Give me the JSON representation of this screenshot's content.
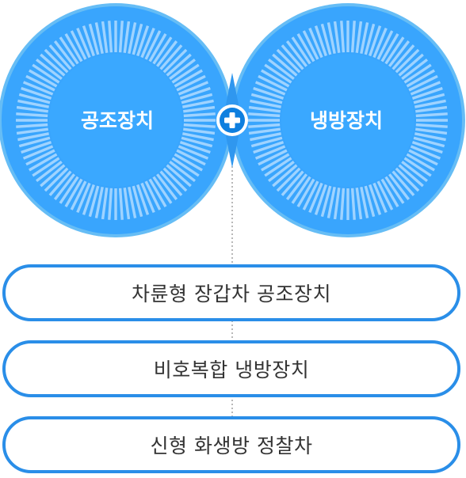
{
  "left_circle": {
    "label": "공조장치"
  },
  "right_circle": {
    "label": "냉방장치"
  },
  "plus_icon": {
    "name": "plus-icon"
  },
  "items": [
    {
      "label": "차륜형 장갑차 공조장치"
    },
    {
      "label": "비호복합 냉방장치"
    },
    {
      "label": "신형 화생방 정찰차"
    }
  ],
  "colors": {
    "circle_fill": "#39a5fd",
    "circle_inner": "#3aa8ff",
    "circle_edge": "#66bdf5",
    "ray": "#9fd3ff",
    "pill_border": "#2a8ee8",
    "pill_text": "#333333",
    "connector": "#888888",
    "plus_bg": "#0e7fdf"
  }
}
